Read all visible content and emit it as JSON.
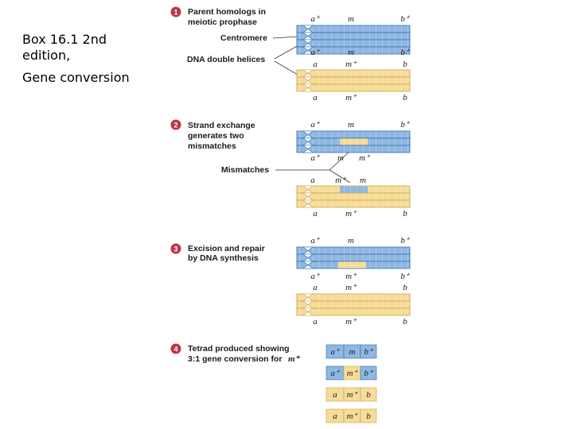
{
  "slide": {
    "title_line1": "Box 16.1 2nd",
    "title_line2": "edition,",
    "subtitle": "Gene conversion"
  },
  "colors": {
    "blue_fill": "#8fb7e1",
    "blue_dark": "#2f6fb3",
    "yellow_fill": "#f6dc98",
    "yellow_dark": "#c9a34a",
    "badge": "#c0334d"
  },
  "steps": [
    {
      "number": "1",
      "label_lines": [
        "Parent homologs in",
        "meiotic prophase"
      ]
    },
    {
      "number": "2",
      "label_lines": [
        "Strand exchange",
        "generates two",
        "mismatches"
      ]
    },
    {
      "number": "3",
      "label_lines": [
        "Excision and repair",
        "by DNA synthesis"
      ]
    },
    {
      "number": "4",
      "label_lines": [
        "Tetrad produced showing",
        "3:1 gene conversion for"
      ],
      "label_tail": "m⁺"
    }
  ],
  "callouts": {
    "centromere": "Centromere",
    "dna_double_helices": "DNA double helices",
    "mismatches": "Mismatches"
  },
  "alleles": {
    "a_plus": "a⁺",
    "m": "m",
    "b_plus": "b⁺",
    "a": "a",
    "m_plus": "m⁺",
    "b": "b"
  },
  "tetrad": [
    [
      "a⁺",
      "m",
      "b⁺"
    ],
    [
      "a⁺",
      "m⁺",
      "b⁺"
    ],
    [
      "a",
      "m⁺",
      "b"
    ],
    [
      "a",
      "m⁺",
      "b"
    ]
  ]
}
